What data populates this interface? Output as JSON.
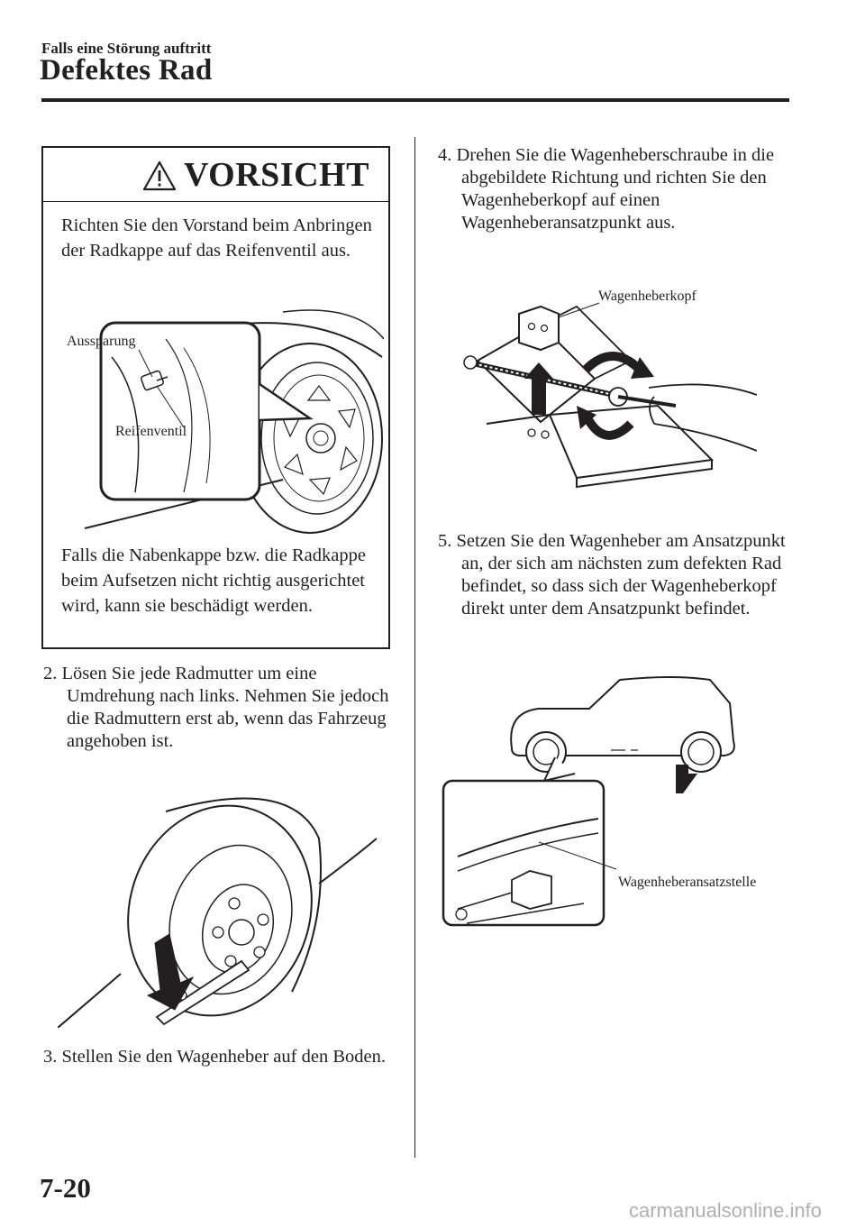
{
  "header": {
    "section": "Falls eine Störung auftritt",
    "title": "Defektes Rad"
  },
  "caution": {
    "title": "VORSICHT",
    "text1": "Richten Sie den Vorstand beim Anbringen der Radkappe auf das Reifenventil aus.",
    "label_recess": "Aussparung",
    "label_valve": "Reifenventil",
    "text2": "Falls die Nabenkappe bzw. die Radkappe beim Aufsetzen nicht richtig ausgerichtet wird, kann sie beschädigt werden."
  },
  "steps": [
    {
      "num": "2.",
      "text": "Lösen Sie jede Radmutter um eine Umdrehung nach links. Nehmen Sie jedoch die Radmuttern erst ab, wenn das Fahrzeug angehoben ist."
    },
    {
      "num": "3.",
      "text": "Stellen Sie den Wagenheber auf den Boden."
    },
    {
      "num": "4.",
      "text": "Drehen Sie die Wagenheberschraube in die abgebildete Richtung und richten Sie den Wagenheberkopf auf einen Wagenheberansatzpunkt aus."
    },
    {
      "num": "5.",
      "text": "Setzen Sie den Wagenheber am Ansatzpunkt an, der sich am nächsten zum defekten Rad befindet, so dass sich der Wagenheberkopf direkt unter dem Ansatzpunkt befindet."
    }
  ],
  "figures": {
    "jack_head_label": "Wagenheberkopf",
    "jack_point_label": "Wagenheberansatzstelle"
  },
  "footer": {
    "page_number": "7-20",
    "watermark": "carmanualsonline.info"
  }
}
